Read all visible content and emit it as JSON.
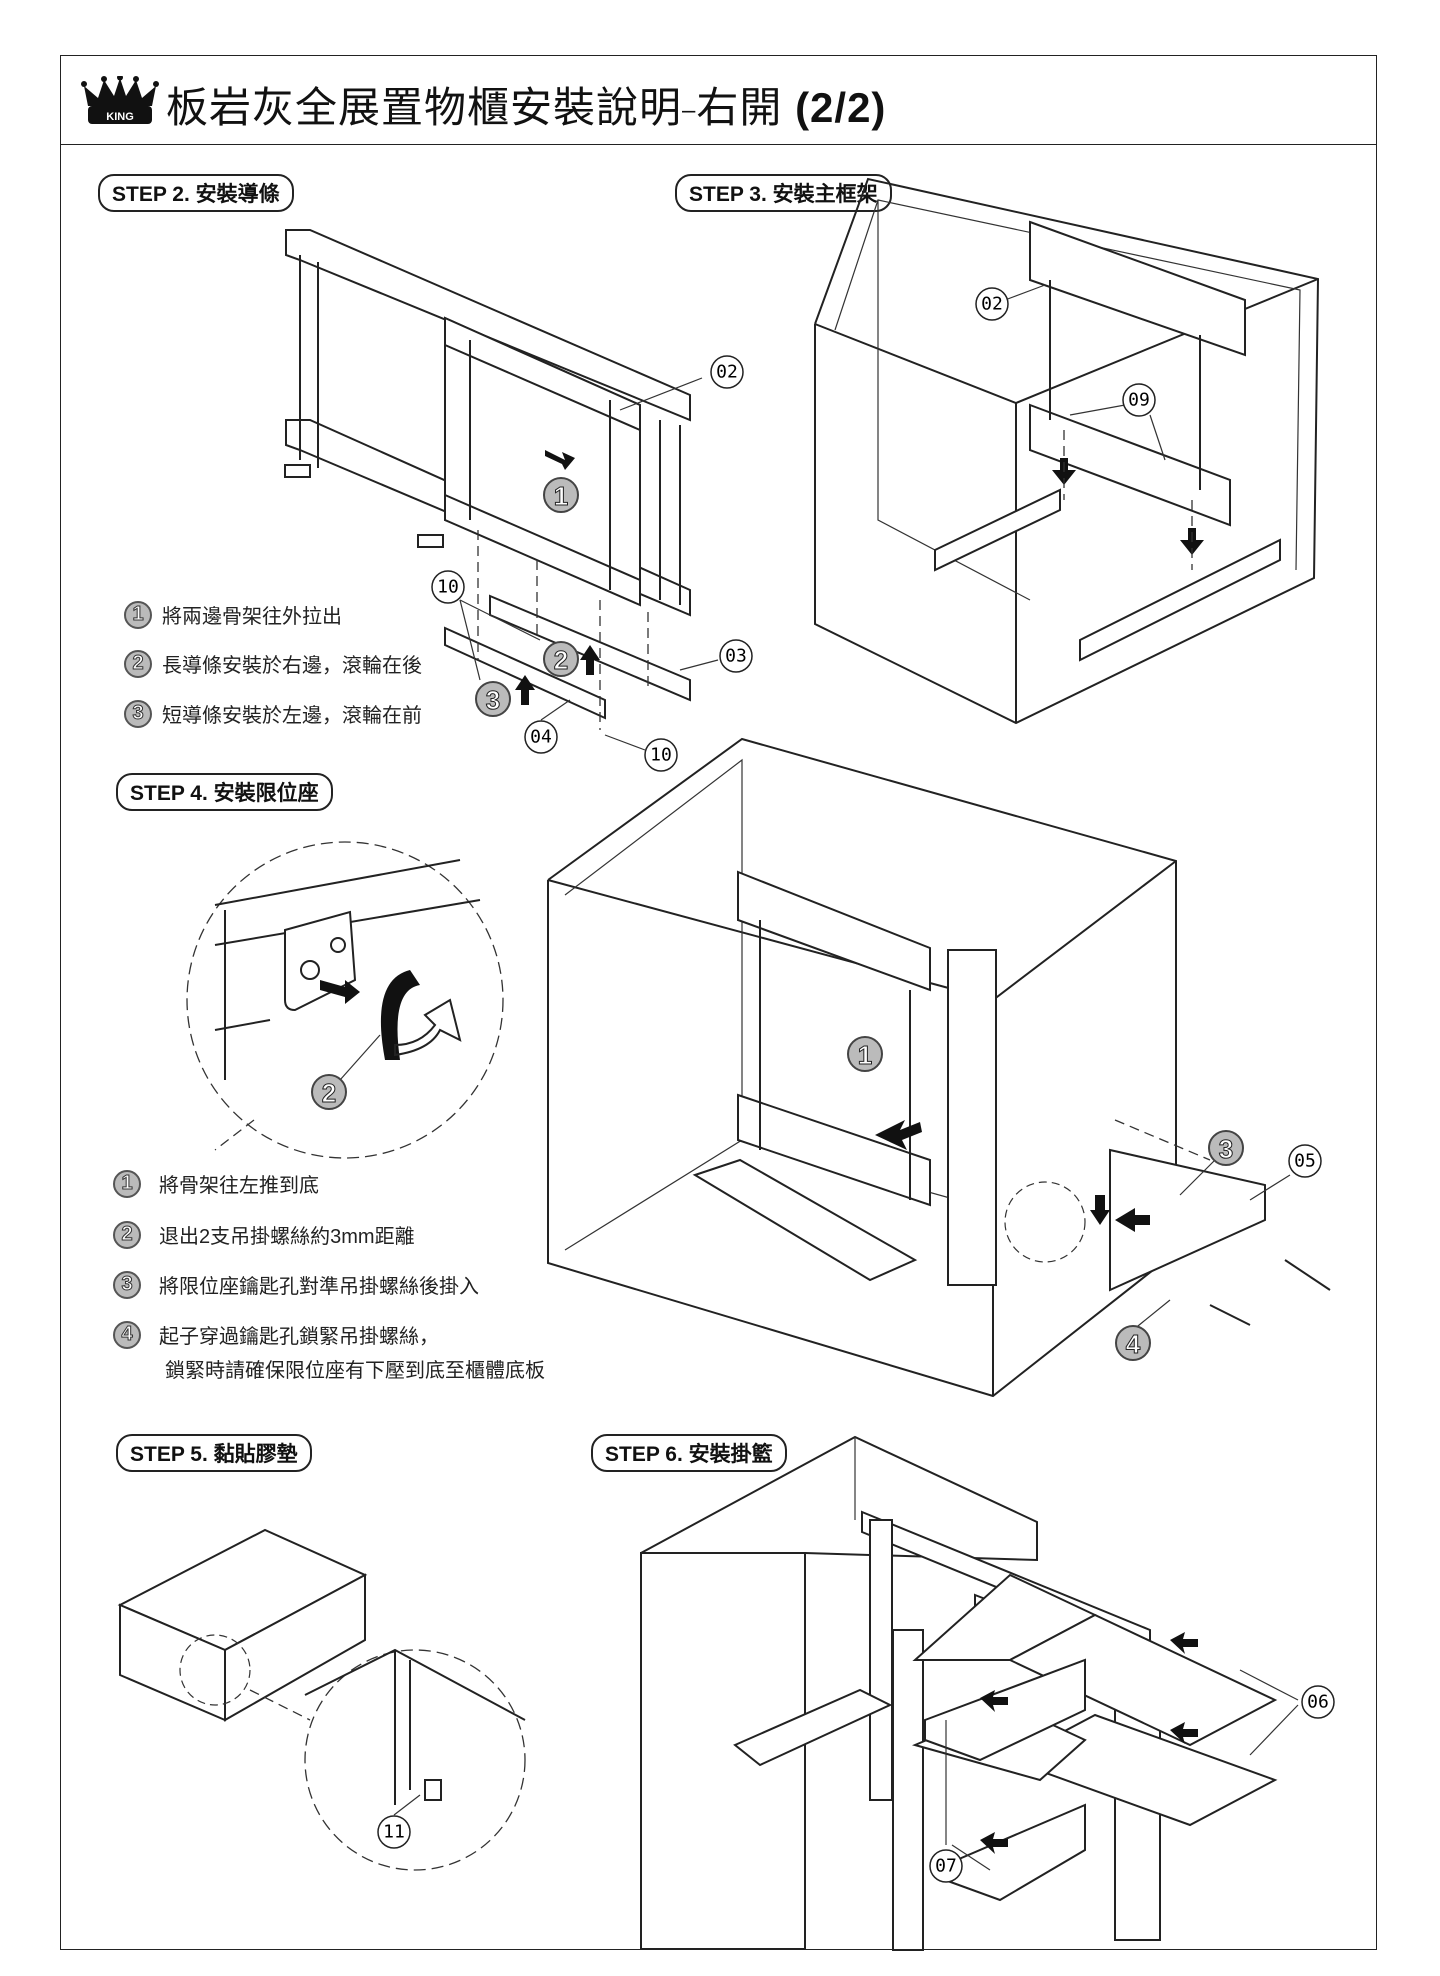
{
  "header": {
    "logo_text": "KING",
    "title": "板岩灰全展置物櫃安裝說明",
    "subtitle": "右開",
    "page": "(2/2)"
  },
  "step2": {
    "label": "STEP 2. 安裝導條",
    "instructions": [
      {
        "num": "1",
        "text": "將兩邊骨架往外拉出"
      },
      {
        "num": "2",
        "text": "長導條安裝於右邊，滾輪在後"
      },
      {
        "num": "3",
        "text": "短導條安裝於左邊，滾輪在前"
      }
    ],
    "callouts": [
      "02",
      "10",
      "03",
      "04",
      "10"
    ],
    "markers": [
      "1",
      "2",
      "3"
    ]
  },
  "step3": {
    "label": "STEP 3. 安裝主框架",
    "callouts": [
      "02",
      "09"
    ]
  },
  "step4": {
    "label": "STEP 4. 安裝限位座",
    "instructions": [
      {
        "num": "1",
        "text": "將骨架往左推到底"
      },
      {
        "num": "2",
        "text": "退出2支吊掛螺絲約3mm距離"
      },
      {
        "num": "3",
        "text": "將限位座鑰匙孔對準吊掛螺絲後掛入"
      },
      {
        "num": "4",
        "text": "起子穿過鑰匙孔鎖緊吊掛螺絲，",
        "text2": "鎖緊時請確保限位座有下壓到底至櫃體底板"
      }
    ],
    "callouts": [
      "05"
    ],
    "markers": [
      "1",
      "2",
      "3",
      "4"
    ]
  },
  "step5": {
    "label": "STEP 5. 黏貼膠墊",
    "callouts": [
      "11"
    ]
  },
  "step6": {
    "label": "STEP 6. 安裝掛籃",
    "callouts": [
      "06",
      "07"
    ]
  }
}
